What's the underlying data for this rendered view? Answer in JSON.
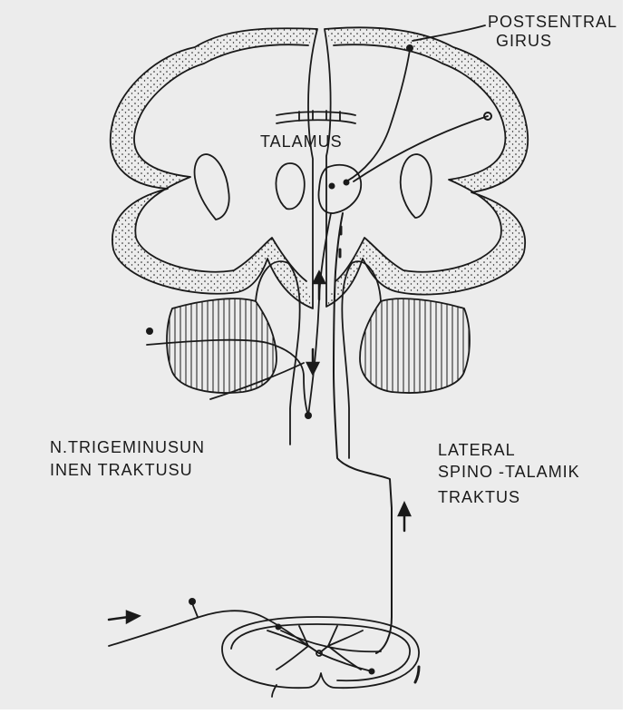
{
  "colors": {
    "paper": "#ececec",
    "ink": "#1a1a1a",
    "frame": "#ffffff"
  },
  "labels": {
    "postsentral_1": "POSTSENTRAL",
    "postsentral_2": "GIRUS",
    "talamus": "TALAMUS",
    "trigeminus_1": "N.TRIGEMINUSUN",
    "trigeminus_2": "INEN TRAKTUSU",
    "lateral_1": "LATERAL",
    "lateral_2": "SPINO -TALAMIK",
    "lateral_3": "TRAKTUS"
  }
}
